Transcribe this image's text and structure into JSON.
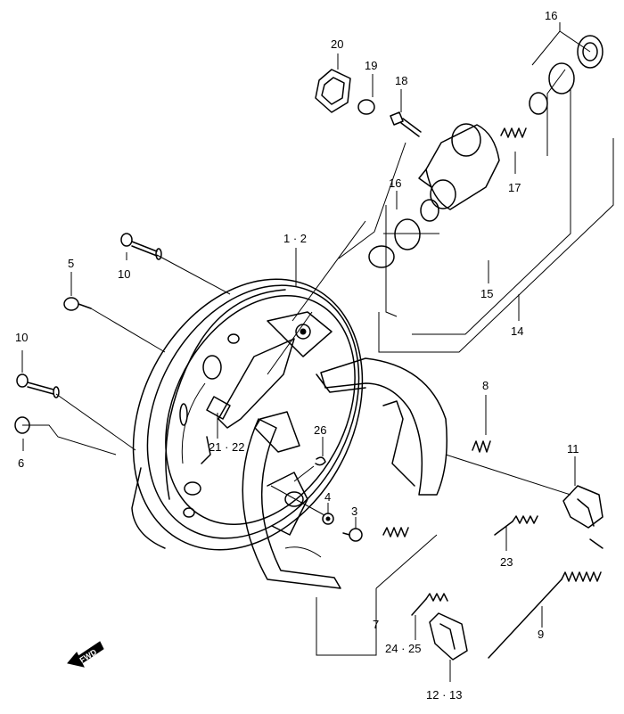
{
  "labels": {
    "p1_2": "1 · 2",
    "p3": "3",
    "p4": "4",
    "p5": "5",
    "p6": "6",
    "p7": "7",
    "p8": "8",
    "p9": "9",
    "p10a": "10",
    "p10b": "10",
    "p11": "11",
    "p12_13": "12 · 13",
    "p14": "14",
    "p15": "15",
    "p16a": "16",
    "p16b": "16",
    "p17": "17",
    "p18": "18",
    "p19": "19",
    "p20": "20",
    "p21_22": "21 · 22",
    "p23": "23",
    "p24_25": "24 · 25",
    "p26": "26"
  },
  "fwd_marker": "FWD"
}
